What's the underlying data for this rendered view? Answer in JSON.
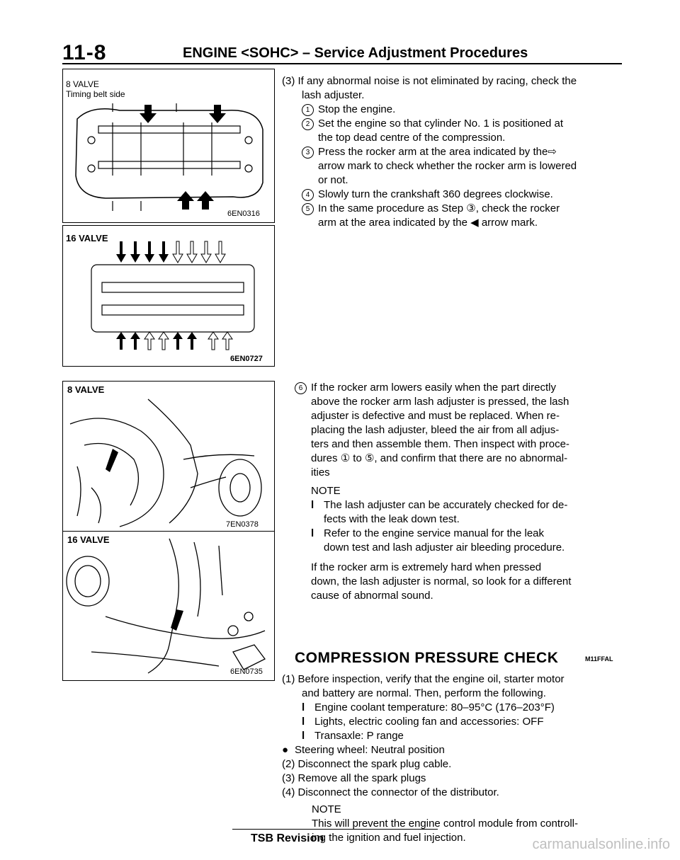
{
  "header": {
    "page_number": "11-8",
    "title": "ENGINE <SOHC> – Service Adjustment Procedures"
  },
  "figures": [
    {
      "label_line1": "8 VALVE",
      "label_line2": "Timing belt side",
      "code": "6EN0316"
    },
    {
      "label": "16 VALVE",
      "code": "6EN0727"
    },
    {
      "label": "8 VALVE",
      "code": "7EN0378"
    },
    {
      "label": "16 VALVE",
      "code": "6EN0735"
    }
  ],
  "content": {
    "para3_a": "(3) If any abnormal noise is not eliminated by racing, check the",
    "para3_b": "lash adjuster.",
    "steps": [
      {
        "num": "1",
        "lines": [
          "Stop the engine."
        ]
      },
      {
        "num": "2",
        "lines": [
          "Set the engine so that cylinder No. 1 is positioned at",
          "the top dead centre of the compression."
        ]
      },
      {
        "num": "3",
        "lines": [
          "Press the rocker arm at the area indicated by the",
          "arrow mark to check whether the rocker arm is lowered",
          "or not."
        ]
      },
      {
        "num": "4",
        "lines": [
          "Slowly turn the crankshaft 360 degrees clockwise."
        ]
      },
      {
        "num": "5",
        "lines": [
          "In the same procedure as Step ③, check the rocker",
          "arm at the area indicated by the ◀ arrow mark."
        ]
      }
    ],
    "step6": [
      "If the rocker arm lowers easily when the part directly",
      "above the rocker arm lash adjuster is pressed, the lash",
      "adjuster is defective and must be replaced. When re-",
      "placing the lash adjuster, bleed the air from all adjus-",
      "ters and then assemble them. Then inspect with proce-",
      "dures ① to ⑤, and confirm that there are no abnormal-",
      "ities"
    ],
    "note_label": "NOTE",
    "notes": [
      [
        "The lash adjuster can be accurately checked for de-",
        "fects with the leak down test."
      ],
      [
        "Refer to the engine service manual for the leak",
        "down test and lash adjuster air bleeding procedure."
      ]
    ],
    "hard_para": [
      "If the rocker arm is extremely hard when pressed",
      "down, the lash adjuster is normal, so look for a different",
      "cause of abnormal sound."
    ]
  },
  "compression": {
    "title": "COMPRESSION PRESSURE CHECK",
    "code": "M11FFAL",
    "item1": [
      "(1) Before inspection, verify that the engine oil, starter motor",
      "and battery are normal. Then, perform the following."
    ],
    "bullets": [
      "Engine coolant temperature: 80–95°C (176–203°F)",
      "Lights, electric cooling fan and accessories: OFF",
      "Transaxle: P range",
      "Steering wheel: Neutral position"
    ],
    "item2": "(2) Disconnect the spark plug cable.",
    "item3": "(3) Remove all the spark plugs",
    "item4": "(4) Disconnect the connector of the distributor.",
    "note_label": "NOTE",
    "note": [
      "This will prevent the engine control module from controll-",
      "ing the ignition and fuel injection."
    ]
  },
  "footer": {
    "text": "TSB Revision"
  },
  "watermark": "carmanualsonline.info"
}
